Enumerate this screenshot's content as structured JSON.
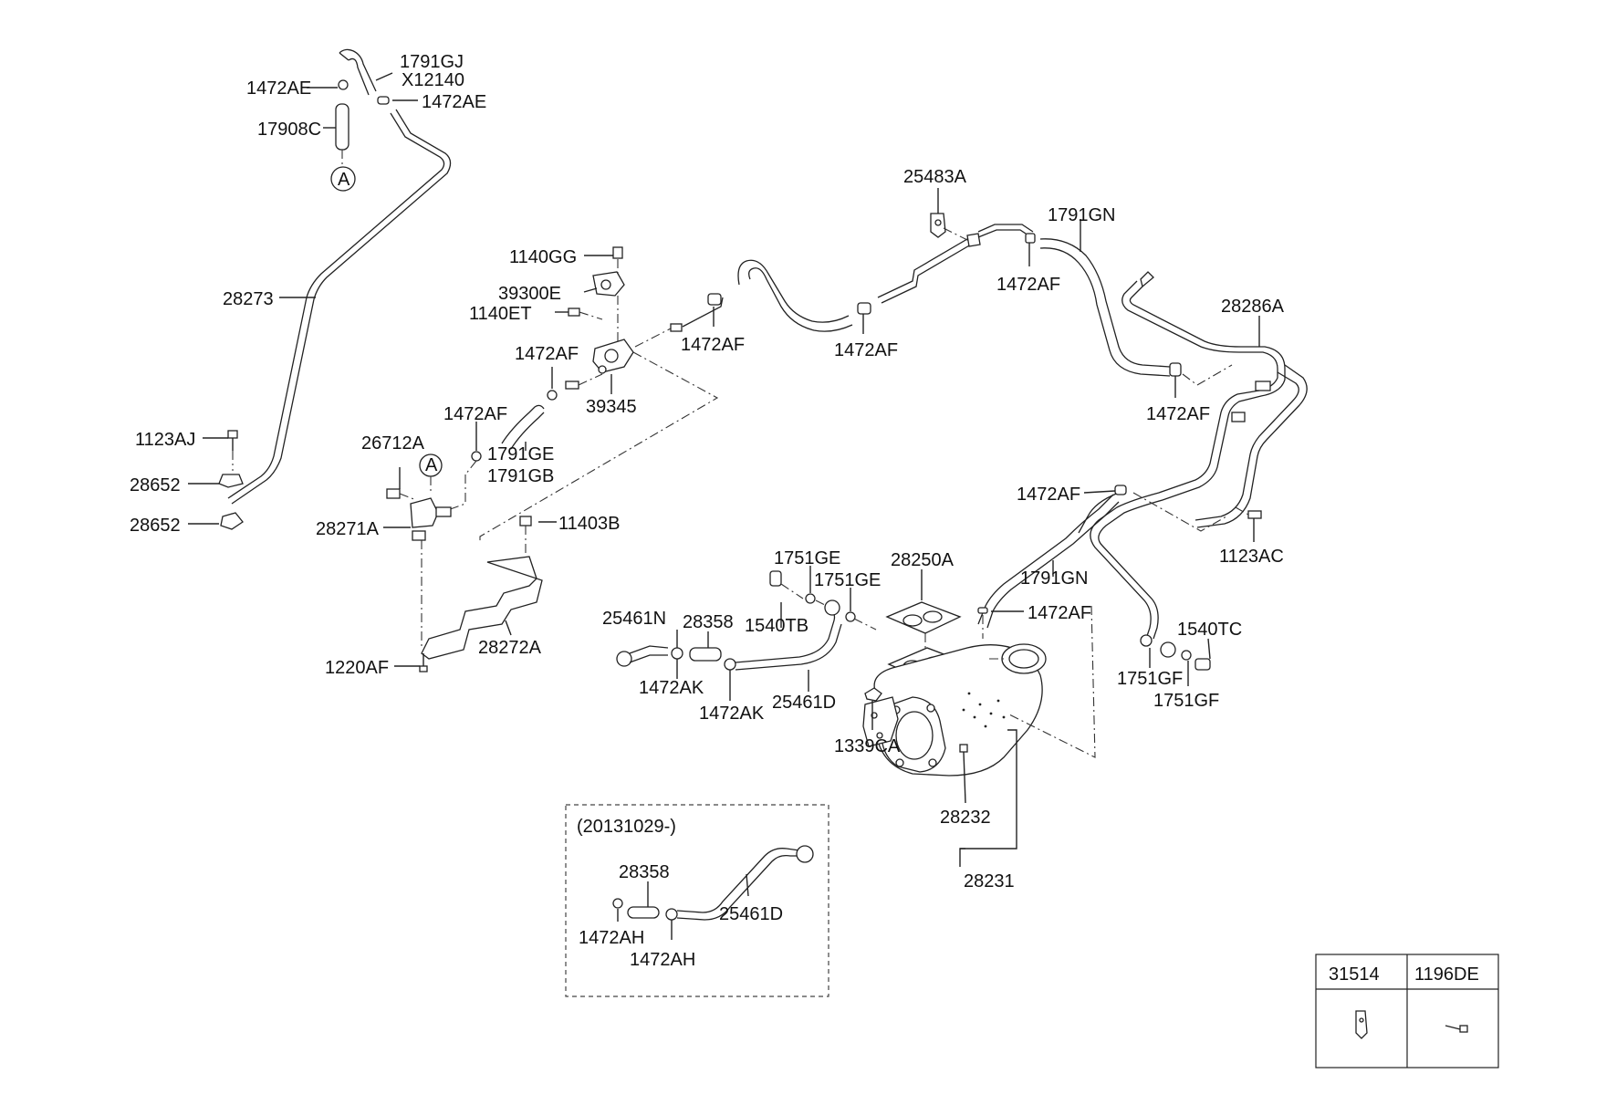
{
  "labels": {
    "l_1791GJ": "1791GJ",
    "l_X12140": "X12140",
    "l_1472AE_a": "1472AE",
    "l_1472AE_b": "1472AE",
    "l_17908C": "17908C",
    "l_A_top": "A",
    "l_28273": "28273",
    "l_1123AJ": "1123AJ",
    "l_28652_a": "28652",
    "l_28652_b": "28652",
    "l_1140GG": "1140GG",
    "l_39300E": "39300E",
    "l_1140ET": "1140ET",
    "l_1472AF_1": "1472AF",
    "l_39345": "39345",
    "l_1472AF_2": "1472AF",
    "l_1791GE": "1791GE",
    "l_1791GB": "1791GB",
    "l_26712A": "26712A",
    "l_A_mid": "A",
    "l_28271A": "28271A",
    "l_11403B": "11403B",
    "l_28272A": "28272A",
    "l_1220AF": "1220AF",
    "l_1472AF_3": "1472AF",
    "l_1472AF_4": "1472AF",
    "l_25483A": "25483A",
    "l_1791GN_a": "1791GN",
    "l_1472AF_5": "1472AF",
    "l_28286A": "28286A",
    "l_1472AF_6": "1472AF",
    "l_1472AF_7": "1472AF",
    "l_1123AC": "1123AC",
    "l_1791GN_b": "1791GN",
    "l_1472AF_8": "1472AF",
    "l_1751GE_a": "1751GE",
    "l_1751GE_b": "1751GE",
    "l_28250A": "28250A",
    "l_25461N": "25461N",
    "l_28358_a": "28358",
    "l_1540TB": "1540TB",
    "l_1472AK_a": "1472AK",
    "l_1472AK_b": "1472AK",
    "l_25461D_a": "25461D",
    "l_1339CA": "1339CA",
    "l_1540TC": "1540TC",
    "l_1751GF_a": "1751GF",
    "l_1751GF_b": "1751GF",
    "l_28232": "28232",
    "l_28231": "28231",
    "l_date": "(20131029-)",
    "l_28358_b": "28358",
    "l_25461D_b": "25461D",
    "l_1472AH_a": "1472AH",
    "l_1472AH_b": "1472AH"
  },
  "legend": {
    "col1_header": "31514",
    "col2_header": "1196DE",
    "col1_icon": "bracket-icon",
    "col2_icon": "bolt-icon"
  }
}
